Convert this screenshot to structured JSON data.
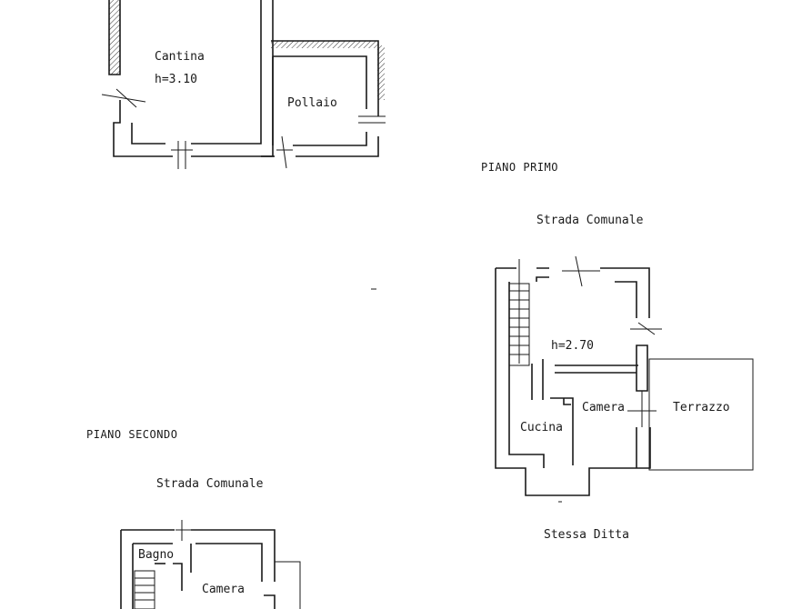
{
  "ground_floor": {
    "cantina_label": "Cantina",
    "cantina_height": "h=3.10",
    "pollaio_label": "Pollaio"
  },
  "first_floor": {
    "title": "PIANO PRIMO",
    "street": "Strada Comunale",
    "height": "h=2.70",
    "camera_label": "Camera",
    "terrazzo_label": "Terrazzo",
    "cucina_label": "Cucina",
    "bottom_note": "Stessa Ditta"
  },
  "second_floor": {
    "title": "PIANO SECONDO",
    "street": "Strada Comunale",
    "bagno_label": "Bagno",
    "camera_label": "Camera"
  }
}
